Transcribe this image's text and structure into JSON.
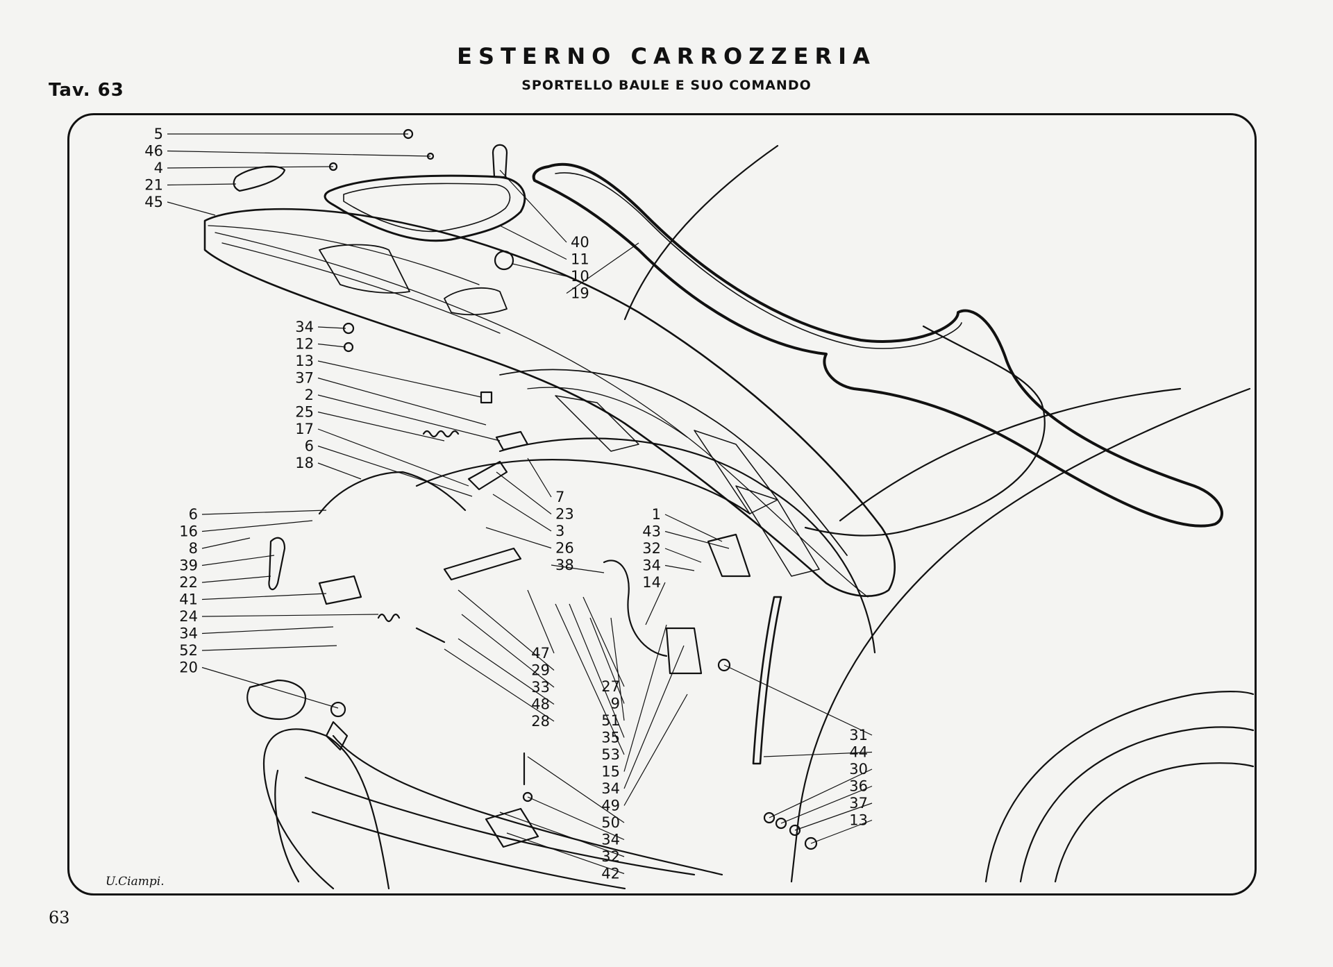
{
  "header": {
    "title": "ESTERNO CARROZZERIA",
    "subtitle": "SPORTELLO BAULE E SUO COMANDO",
    "plate": "Tav. 63"
  },
  "footer": {
    "page_number": "63",
    "signature": "U.Ciampi."
  },
  "callouts": {
    "left_top": [
      "5",
      "46",
      "4",
      "21",
      "45"
    ],
    "right_top": [
      "40",
      "11",
      "10",
      "19"
    ],
    "left_middle": [
      "34",
      "12",
      "13",
      "37",
      "2",
      "25",
      "17",
      "6",
      "18"
    ],
    "center_middle": [
      "7",
      "23",
      "3",
      "26",
      "38"
    ],
    "left_lower": [
      "6",
      "16",
      "8",
      "39",
      "22",
      "41",
      "24",
      "34",
      "52",
      "20"
    ],
    "center_right": [
      "1",
      "43",
      "32",
      "34",
      "14"
    ],
    "column_a": [
      "47",
      "29",
      "33",
      "48",
      "28"
    ],
    "column_b": [
      "27",
      "9",
      "51",
      "35",
      "53",
      "15",
      "34",
      "49",
      "50",
      "34",
      "32",
      "42"
    ],
    "right_lower": [
      "31",
      "44",
      "30",
      "36",
      "37",
      "13"
    ]
  }
}
